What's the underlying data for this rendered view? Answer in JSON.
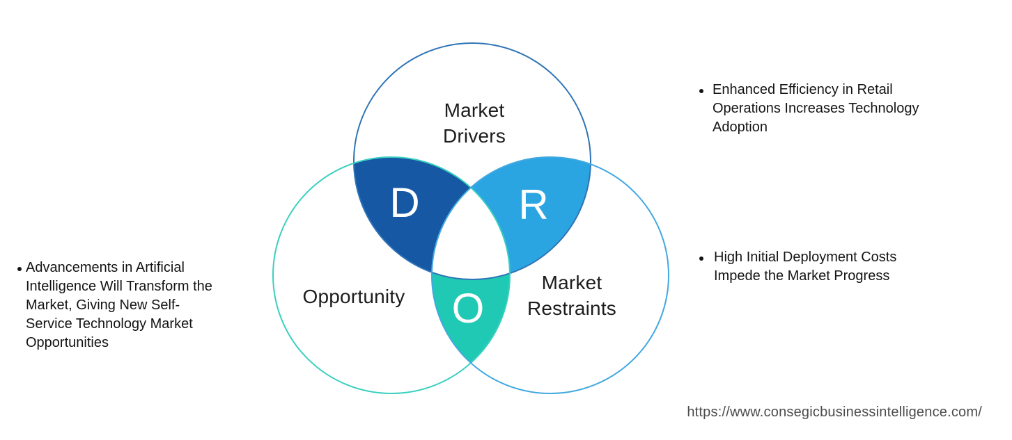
{
  "venn": {
    "circles": {
      "drivers": {
        "label": "Market\nDrivers",
        "stroke": "#2e74b6"
      },
      "opportunity": {
        "label": "Opportunity",
        "stroke": "#3ad0bf"
      },
      "restraints": {
        "label": "Market\nRestraints",
        "stroke": "#41a8e1"
      }
    },
    "regions": {
      "d": {
        "letter": "D",
        "fill": "#1658a4"
      },
      "r": {
        "letter": "R",
        "fill": "#2ba5e2"
      },
      "o": {
        "letter": "O",
        "fill": "#20c9b3"
      }
    }
  },
  "annotations": {
    "left": {
      "text": "Advancements in Artificial\nIntelligence Will Transform the\nMarket, Giving New Self-\nService Technology Market\nOpportunities"
    },
    "right_top": {
      "text": "Enhanced Efficiency in Retail\nOperations Increases Technology\nAdoption"
    },
    "right_middle": {
      "text": "High Initial Deployment Costs\nImpede the Market Progress"
    }
  },
  "footer": {
    "url": "https://www.consegicbusinessintelligence.com/"
  }
}
